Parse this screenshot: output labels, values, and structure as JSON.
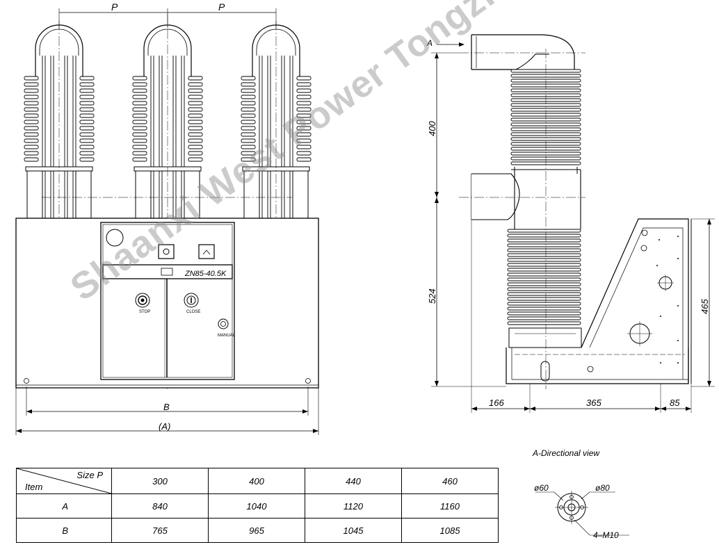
{
  "front_view": {
    "pitch_label_left": "P",
    "pitch_label_right": "P",
    "dim_b": "B",
    "dim_a": "(A)",
    "model_label": "ZN85-40.5K",
    "stop_label": "STOP",
    "close_label": "CLOSE",
    "manual_label": "MANUAL"
  },
  "side_view": {
    "arrow_label": "A",
    "dim_400": "400",
    "dim_524": "524",
    "dim_465": "465",
    "dim_166": "166",
    "dim_365": "365",
    "dim_85": "85"
  },
  "directional_view": {
    "title": "A-Directional view",
    "d60": "ø60",
    "d80": "ø80",
    "bolts": "4–M10"
  },
  "size_table": {
    "header_size": "Size  P",
    "header_item": "Item",
    "p_values": [
      "300",
      "400",
      "440",
      "460"
    ],
    "rows": [
      {
        "label": "A",
        "values": [
          "840",
          "1040",
          "1120",
          "1160"
        ]
      },
      {
        "label": "B",
        "values": [
          "765",
          "965",
          "1045",
          "1085"
        ]
      }
    ]
  },
  "watermark": "Shaanxi West Power Tongzhong Electrical"
}
